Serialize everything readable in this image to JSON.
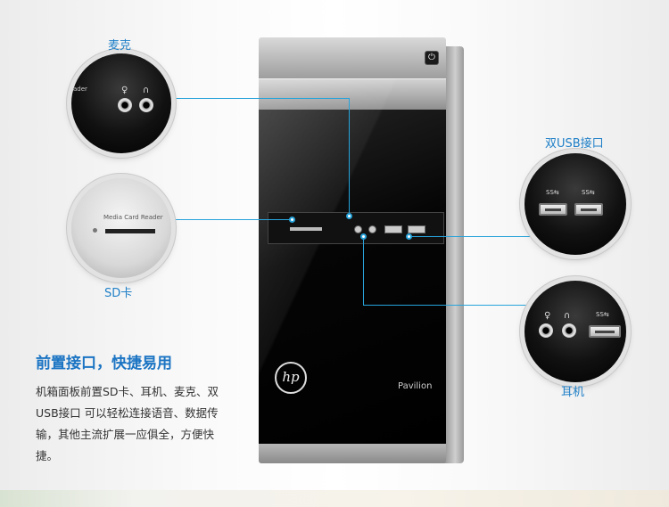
{
  "callouts": {
    "mic": "麦克",
    "sd": "SD卡",
    "usb": "双USB接口",
    "headphone": "耳机"
  },
  "promo": {
    "title": "前置接口，快捷易用",
    "description": "机箱面板前置SD卡、耳机、麦克、双USB接口 可以轻松连接语音、数据传输，其他主流扩展一应俱全，方便快捷。"
  },
  "product": {
    "brand_logo": "hp",
    "model": "Pavilion",
    "card_reader_label": "Media Card Reader"
  },
  "icons": {
    "mic": "mic-icon",
    "headphone": "headphone-icon",
    "usb": "usb-icon",
    "power": "power-icon"
  },
  "colors": {
    "accent": "#27a3da",
    "title": "#1b74c3"
  }
}
